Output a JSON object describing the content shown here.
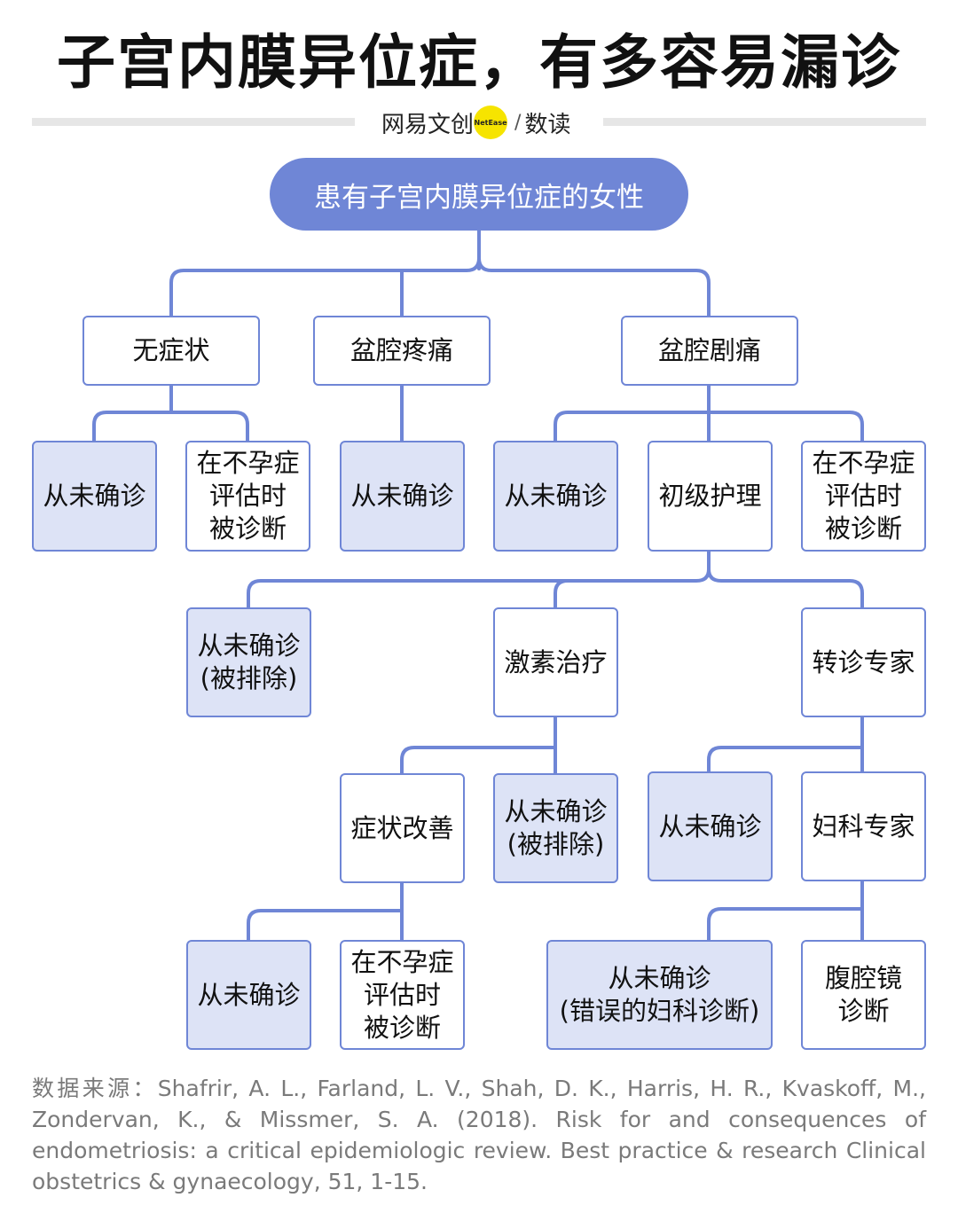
{
  "title": "子宫内膜异位症，有多容易漏诊",
  "brand": {
    "name": "网易文创",
    "badge": "NetEase",
    "slash": "/",
    "column": "数读"
  },
  "colors": {
    "accent": "#6f86d6",
    "filled_box": "#dde3f6",
    "badge_yellow": "#f6e400"
  },
  "diagram": {
    "root": "患有子宫内膜异位症的女性",
    "nodes": [
      {
        "id": "n-asymptomatic",
        "label": "无症状",
        "filled": false
      },
      {
        "id": "n-pelvic-pain",
        "label": "盆腔疼痛",
        "filled": false
      },
      {
        "id": "n-severe-pain",
        "label": "盆腔剧痛",
        "filled": false
      },
      {
        "id": "n-undiag-1",
        "label": "从未确诊",
        "filled": true
      },
      {
        "id": "n-infert-1",
        "label": "在不孕症\n评估时\n被诊断",
        "filled": false
      },
      {
        "id": "n-undiag-2",
        "label": "从未确诊",
        "filled": true
      },
      {
        "id": "n-undiag-3",
        "label": "从未确诊",
        "filled": true
      },
      {
        "id": "n-primary-care",
        "label": "初级护理",
        "filled": false
      },
      {
        "id": "n-infert-2",
        "label": "在不孕症\n评估时\n被诊断",
        "filled": false
      },
      {
        "id": "n-excluded-1",
        "label": "从未确诊\n(被排除)",
        "filled": true
      },
      {
        "id": "n-hormone",
        "label": "激素治疗",
        "filled": false
      },
      {
        "id": "n-referral",
        "label": "转诊专家",
        "filled": false
      },
      {
        "id": "n-improved",
        "label": "症状改善",
        "filled": false
      },
      {
        "id": "n-excluded-2",
        "label": "从未确诊\n(被排除)",
        "filled": true
      },
      {
        "id": "n-undiag-4",
        "label": "从未确诊",
        "filled": true
      },
      {
        "id": "n-gyn",
        "label": "妇科专家",
        "filled": false
      },
      {
        "id": "n-undiag-5",
        "label": "从未确诊",
        "filled": true
      },
      {
        "id": "n-infert-3",
        "label": "在不孕症\n评估时\n被诊断",
        "filled": false
      },
      {
        "id": "n-misdiag",
        "label": "从未确诊\n(错误的妇科诊断)",
        "filled": true
      },
      {
        "id": "n-laparoscopy",
        "label": "腹腔镜\n诊断",
        "filled": false
      }
    ]
  },
  "source": "数据来源：Shafrir, A. L., Farland, L. V., Shah, D. K., Harris, H. R., Kvaskoff, M., Zondervan, K., & Missmer, S. A. (2018). Risk for and consequences of endometriosis: a critical epidemiologic review. Best practice & research Clinical obstetrics & gynaecology, 51, 1-15."
}
